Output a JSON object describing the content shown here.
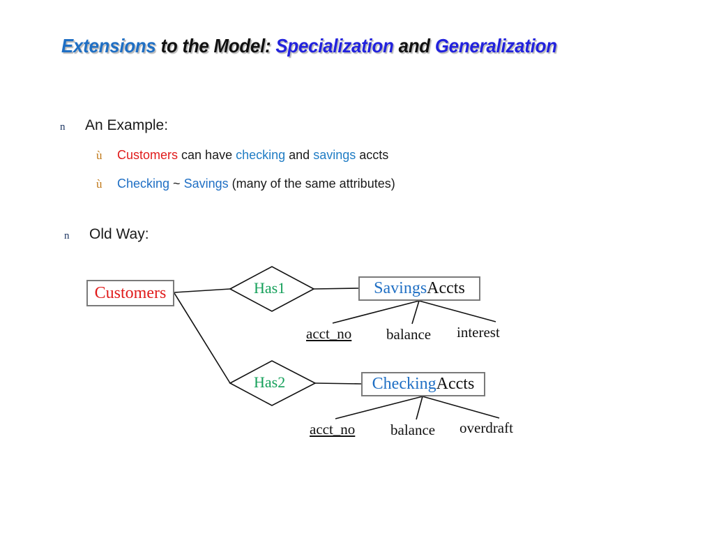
{
  "slide": {
    "title_segments": [
      {
        "text": "Extensions",
        "style": "blue1"
      },
      {
        "text": " to the Model:  ",
        "style": "black"
      },
      {
        "text": "Specialization",
        "style": "blue2"
      },
      {
        "text": " and ",
        "style": "black"
      },
      {
        "text": "Generalization",
        "style": "blue2"
      }
    ],
    "title_plain": "Extensions to the Model:  Specialization and Generalization"
  },
  "bullets": {
    "marker_level1": "n",
    "marker_level2": "ù",
    "item_example": "An Example:",
    "sub1": {
      "part1": "Customers",
      "part2": " can have ",
      "part3": "checking",
      "part4": " and ",
      "part5": "savings",
      "part6": " accts"
    },
    "sub2": {
      "part1": "Checking",
      "part2": " ~ ",
      "part3": "Savings",
      "part4": " (many of the same attributes)"
    },
    "item_old_way": "Old Way:"
  },
  "diagram": {
    "entity_customers": "Customers",
    "relationship_has1": "Has1",
    "relationship_has2": "Has2",
    "entity_savings": {
      "first": "Savings",
      "second": " Accts"
    },
    "entity_checking": {
      "first": "Checking",
      "second": " Accts"
    },
    "savings_attributes": [
      "acct_no",
      "balance",
      "interest"
    ],
    "checking_attributes": [
      "acct_no",
      "balance",
      "overdraft"
    ]
  },
  "colors": {
    "title_blue": "#1F6FC4",
    "title_violet": "#2222DD",
    "entity_red": "#E01B1B",
    "entity_blue": "#1F6FC4",
    "relationship_green": "#12A05A",
    "marker_orange": "#C07818",
    "marker_navy": "#1F3864",
    "box_border": "#7a7a7a",
    "line": "#111111"
  }
}
